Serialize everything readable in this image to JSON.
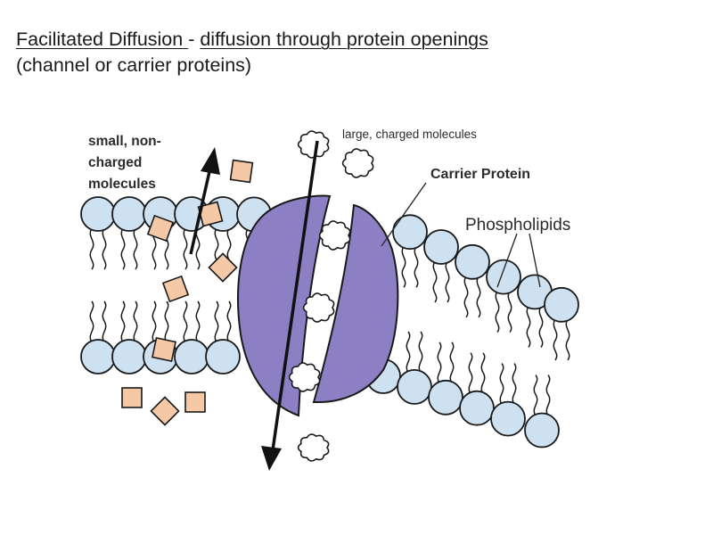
{
  "heading": {
    "term": "Facilitated Diffusion ",
    "dash": "- ",
    "definition": "diffusion through protein openings",
    "subline": "(channel or carrier proteins)"
  },
  "diagram": {
    "labels": {
      "small_line1": "small, non-",
      "small_line2": "charged",
      "small_line3": "molecules",
      "large": "large, charged molecules",
      "carrier": "Carrier Protein",
      "phospho": "Phospholipids"
    },
    "colors": {
      "phospholipid_head": "#cde1f0",
      "protein": "#8c7fc4",
      "small_molecule": "#f5c9a6",
      "outline": "#1a1a1a"
    },
    "icons": [
      "up-arrow-icon",
      "down-arrow-icon"
    ]
  }
}
